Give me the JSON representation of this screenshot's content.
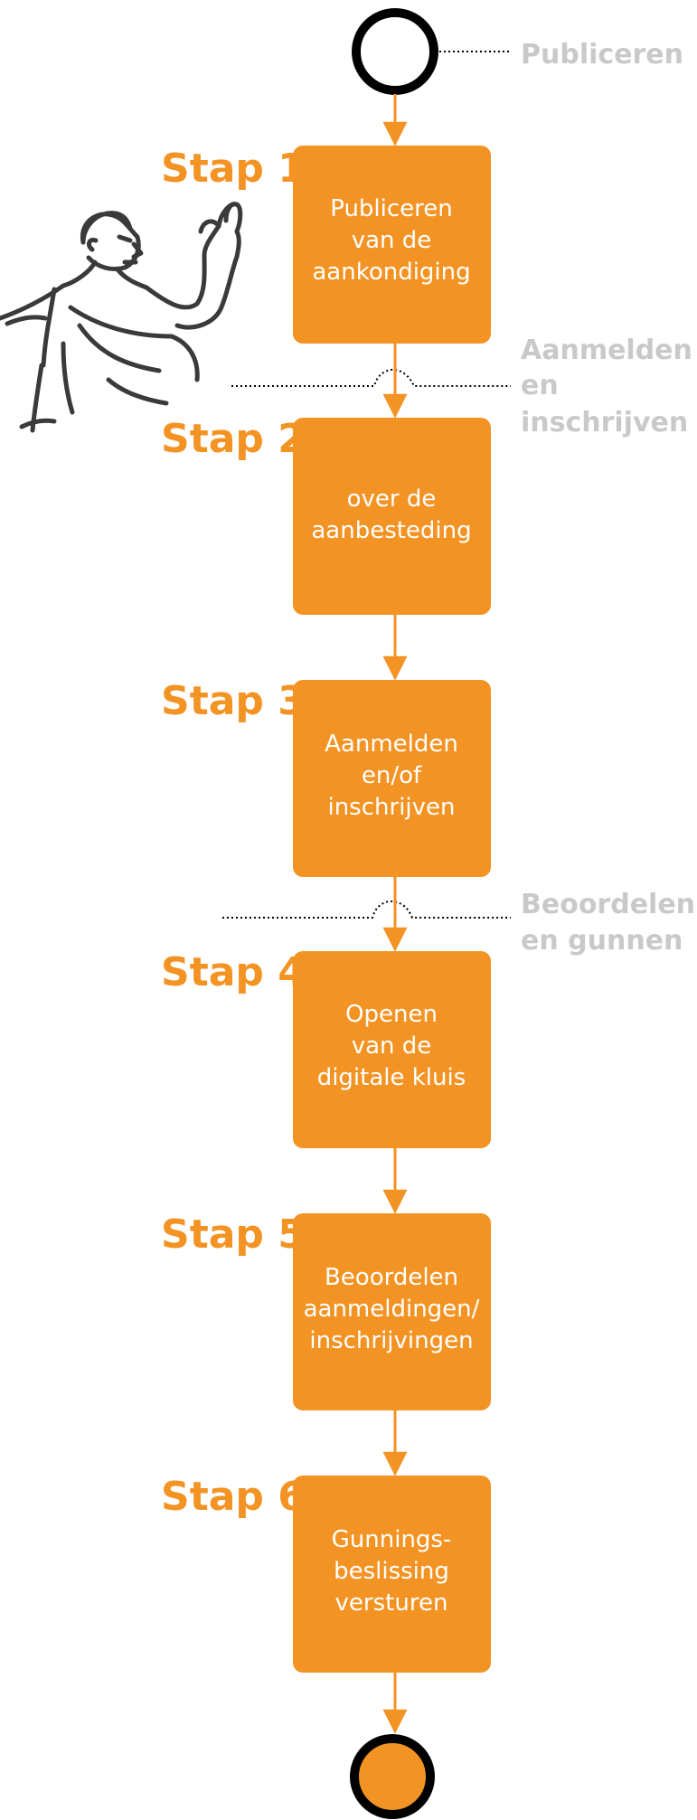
{
  "colors": {
    "accent": "#f39324",
    "phase_text": "#c9c9c9",
    "line": "#f39324",
    "outline": "#000000"
  },
  "phases": [
    {
      "lines": [
        "Publiceren"
      ]
    },
    {
      "lines": [
        "Aanmelden",
        "en",
        "inschrijven"
      ]
    },
    {
      "lines": [
        "Beoordelen",
        "en gunnen"
      ]
    }
  ],
  "steps": [
    {
      "label": "Stap 1",
      "lines": [
        "Publiceren",
        "van de",
        "aankondiging"
      ]
    },
    {
      "label": "Stap 2",
      "lines": [
        "over de",
        "aanbesteding"
      ]
    },
    {
      "label": "Stap 3",
      "lines": [
        "Aanmelden",
        "en/of",
        "inschrijven"
      ]
    },
    {
      "label": "Stap 4",
      "lines": [
        "Openen",
        "van de",
        "digitale kluis"
      ]
    },
    {
      "label": "Stap 5",
      "lines": [
        "Beoordelen",
        "aanmeldingen/",
        "inschrijvingen"
      ]
    },
    {
      "label": "Stap 6",
      "lines": [
        "Gunnings-",
        "beslissing",
        "versturen"
      ]
    }
  ],
  "illustration": {
    "name": "pointing-man-sketch"
  }
}
